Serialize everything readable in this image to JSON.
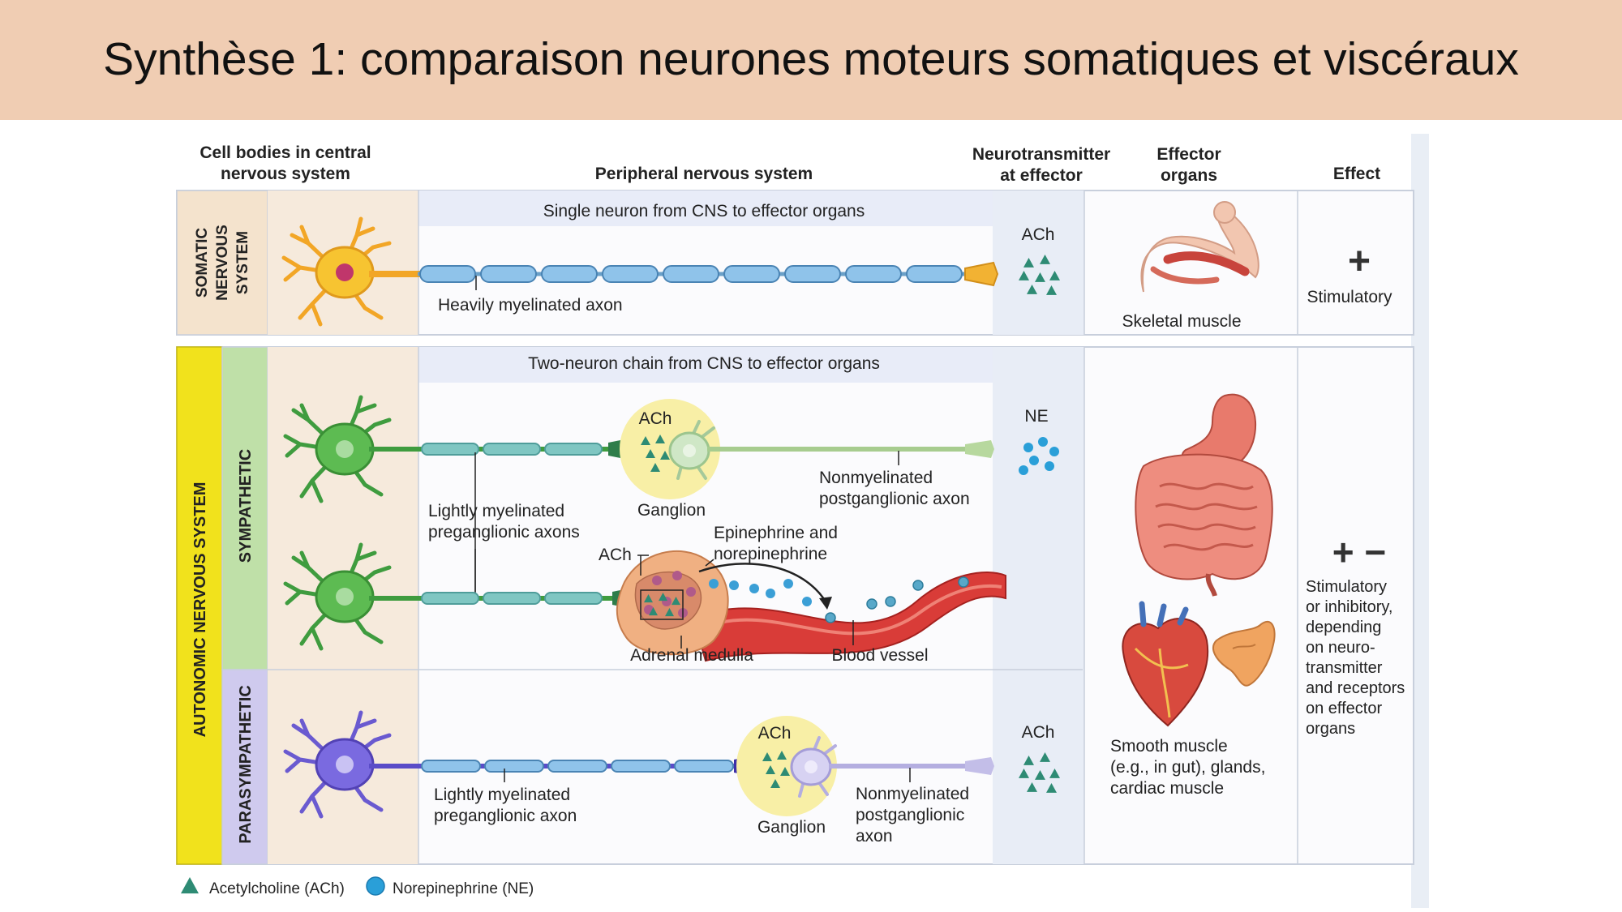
{
  "title": "Synthèse 1: comparaison neurones moteurs somatiques et viscéraux",
  "headers": {
    "cell_bodies_line1": "Cell bodies in central",
    "cell_bodies_line2": "nervous system",
    "pns": "Peripheral nervous system",
    "nt_line1": "Neurotransmitter",
    "nt_line2": "at effector",
    "effector_line1": "Effector",
    "effector_line2": "organs",
    "effect": "Effect"
  },
  "somatic": {
    "label_line1": "SOMATIC",
    "label_line2": "NERVOUS",
    "label_line3": "SYSTEM",
    "caption": "Single neuron from CNS to effector organs",
    "axon_label": "Heavily myelinated axon",
    "nt": "ACh",
    "effector": "Skeletal muscle",
    "effect_symbol": "+",
    "effect": "Stimulatory"
  },
  "autonomic": {
    "label": "AUTONOMIC NERVOUS SYSTEM",
    "caption": "Two-neuron chain from CNS to effector organs",
    "effector_line1": "Smooth muscle",
    "effector_line2": "(e.g., in gut), glands,",
    "effector_line3": "cardiac muscle",
    "effect_symbol": "+ −",
    "effect_lines": [
      "Stimulatory",
      "or inhibitory,",
      "depending",
      "on neuro-",
      "transmitter",
      "and receptors",
      "on effector",
      "organs"
    ]
  },
  "sympathetic": {
    "label": "SYMPATHETIC",
    "ganglion_nt": "ACh",
    "ganglion": "Ganglion",
    "pre_line1": "Lightly myelinated",
    "pre_line2": "preganglionic axons",
    "post_line1": "Nonmyelinated",
    "post_line2": "postganglionic axon",
    "nt": "NE",
    "adrenal_nt": "ACh",
    "epi_line1": "Epinephrine and",
    "epi_line2": "norepinephrine",
    "adrenal": "Adrenal medulla",
    "vessel": "Blood vessel"
  },
  "parasympathetic": {
    "label": "PARASYMPATHETIC",
    "ganglion_nt": "ACh",
    "ganglion": "Ganglion",
    "pre_line1": "Lightly myelinated",
    "pre_line2": "preganglionic axon",
    "post_line1": "Nonmyelinated",
    "post_line2": "postganglionic",
    "post_line3": "axon",
    "nt": "ACh"
  },
  "legend": {
    "ach": "Acetylcholine (ACh)",
    "ne": "Norepinephrine (NE)"
  },
  "colors": {
    "title_bg": "#f0cdb3",
    "somatic": "#f2b233",
    "sympathetic": "#4caf50",
    "parasympathetic": "#6a5ad0",
    "autonomic_band": "#f1e21c",
    "ach": "#2e8b74",
    "ne": "#2a9fd8"
  }
}
